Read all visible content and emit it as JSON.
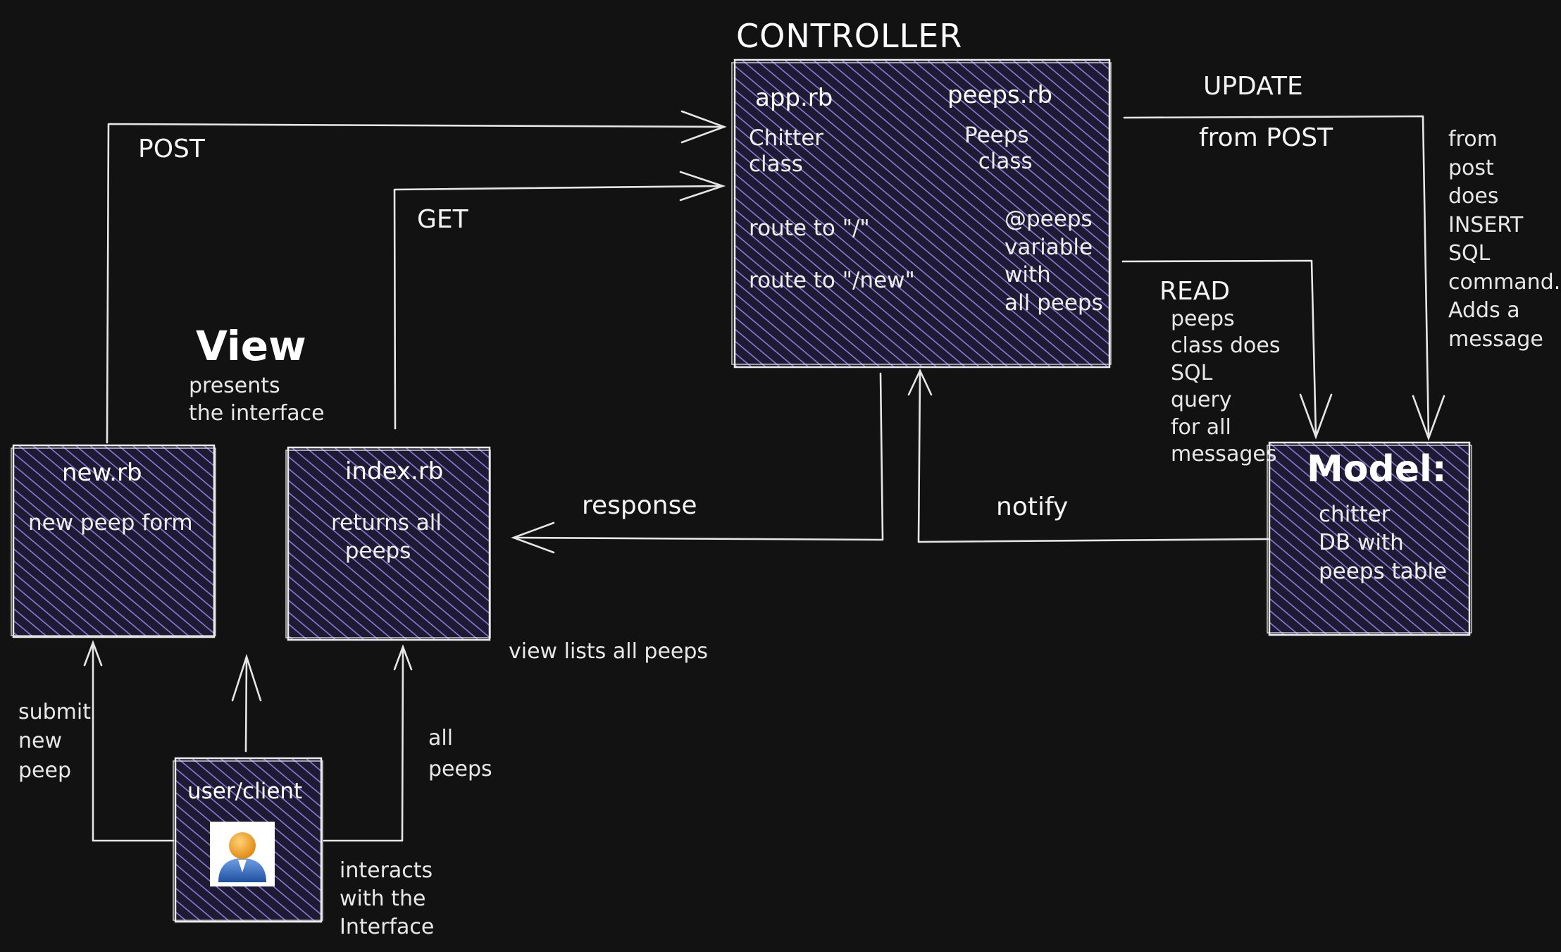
{
  "controller": {
    "title": "CONTROLLER",
    "app_file": "app.rb",
    "app_desc": "Chitter\nclass",
    "routes": "route to \"/\"\n\nroute to \"/new\"",
    "peeps_file": "peeps.rb",
    "peeps_desc": "Peeps\n  class",
    "peeps_var": "@peeps\nvariable\nwith\nall peeps"
  },
  "view": {
    "title": "View",
    "subtitle": "presents\nthe interface",
    "new_file": "new.rb",
    "new_desc": "new peep form",
    "index_file": "index.rb",
    "index_desc": "returns all\n  peeps",
    "index_note": "view lists all peeps"
  },
  "model": {
    "title": "Model:",
    "desc": "chitter\nDB with\npeeps table"
  },
  "user": {
    "label": "user/client",
    "note": "interacts\nwith the\nInterface",
    "icon": "person-icon"
  },
  "arrows": {
    "post": "POST",
    "get": "GET",
    "update": "UPDATE",
    "update_sub": "from POST",
    "update_note": "from\npost\ndoes\nINSERT\nSQL\ncommand.\nAdds a\nmessage",
    "read": "READ",
    "read_note": "peeps\nclass does\nSQL\nquery\nfor all\nmessages",
    "response": "response",
    "notify": "notify",
    "submit": "submit\nnew\npeep",
    "all_peeps": "all\npeeps"
  },
  "colors": {
    "background": "#121212",
    "box_fill": "#1f1a33",
    "hatch": "#8a7bd6",
    "stroke": "#ececec"
  }
}
